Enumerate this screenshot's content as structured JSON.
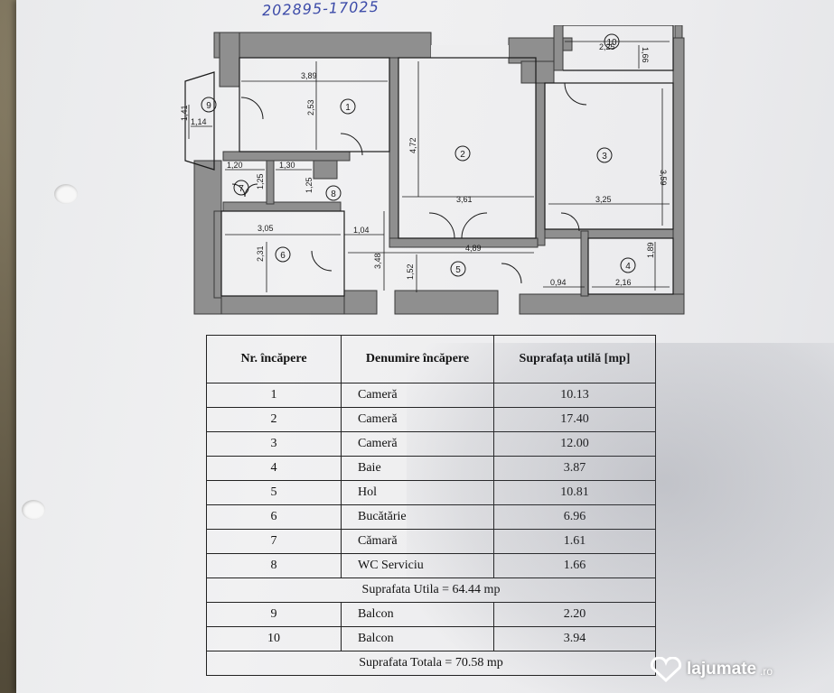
{
  "handwritten_note": "202895-17025",
  "plan": {
    "rooms": [
      {
        "id": "1"
      },
      {
        "id": "2"
      },
      {
        "id": "3"
      },
      {
        "id": "4"
      },
      {
        "id": "5"
      },
      {
        "id": "6"
      },
      {
        "id": "7"
      },
      {
        "id": "8"
      },
      {
        "id": "9"
      },
      {
        "id": "10"
      }
    ],
    "dimensions": {
      "d389": "3,89",
      "d253": "2,53",
      "d472": "4,72",
      "d361": "3,61",
      "d359": "3,59",
      "d325": "3,25",
      "d225": "2,25",
      "d166": "1,66",
      "d141": "1,41",
      "d114": "1,14",
      "d120": "1,20",
      "d125a": "1,25",
      "d130": "1,30",
      "d125b": "1,25",
      "d305": "3,05",
      "d231": "2,31",
      "d104": "1,04",
      "d348": "3,48",
      "d489": "4,89",
      "d152": "1,52",
      "d094": "0,94",
      "d216": "2,16",
      "d189": "1,89"
    }
  },
  "table": {
    "headers": {
      "nr": "Nr. încăpere",
      "denumire": "Denumire încăpere",
      "suprafata": "Suprafața utilă [mp]"
    },
    "rows": [
      {
        "nr": "1",
        "name": "Cameră",
        "area": "10.13"
      },
      {
        "nr": "2",
        "name": "Cameră",
        "area": "17.40"
      },
      {
        "nr": "3",
        "name": "Cameră",
        "area": "12.00"
      },
      {
        "nr": "4",
        "name": "Baie",
        "area": "3.87"
      },
      {
        "nr": "5",
        "name": "Hol",
        "area": "10.81"
      },
      {
        "nr": "6",
        "name": "Bucătărie",
        "area": "6.96"
      },
      {
        "nr": "7",
        "name": "Cămară",
        "area": "1.61"
      },
      {
        "nr": "8",
        "name": "WC Serviciu",
        "area": "1.66"
      }
    ],
    "subtotal": "Suprafata Utila = 64.44 mp",
    "balcony_rows": [
      {
        "nr": "9",
        "name": "Balcon",
        "area": "2.20"
      },
      {
        "nr": "10",
        "name": "Balcon",
        "area": "3.94"
      }
    ],
    "total": "Suprafata Totala = 70.58 mp"
  },
  "watermark": {
    "brand": "lajumate",
    "tld": ".ro"
  },
  "colors": {
    "wall": "#8f8f8f",
    "ink": "#1a1a1a",
    "paper": "#eeeeef"
  }
}
